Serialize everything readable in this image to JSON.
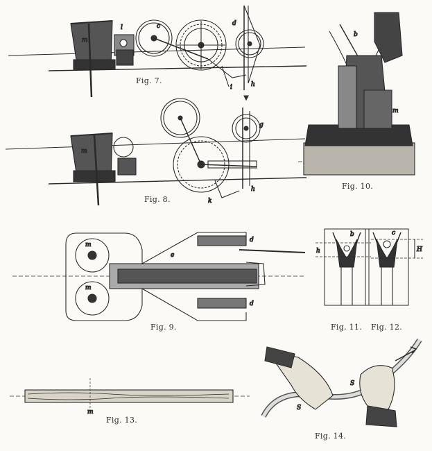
{
  "figures": [
    {
      "id": "fig7",
      "caption": "Fig. 7."
    },
    {
      "id": "fig8",
      "caption": "Fig. 8."
    },
    {
      "id": "fig9",
      "caption": "Fig. 9."
    },
    {
      "id": "fig10",
      "caption": "Fig. 10."
    },
    {
      "id": "fig11",
      "caption": "Fig. 11."
    },
    {
      "id": "fig12",
      "caption": "Fig. 12."
    },
    {
      "id": "fig13",
      "caption": "Fig. 13."
    },
    {
      "id": "fig14",
      "caption": "Fig. 14."
    }
  ],
  "labels": {
    "fig7": [
      "m",
      "l",
      "c",
      "d",
      "h",
      "i"
    ],
    "fig8": [
      "m",
      "g",
      "h",
      "k"
    ],
    "fig9": [
      "m",
      "m",
      "e",
      "d",
      "d"
    ],
    "fig10": [
      "b",
      "m"
    ],
    "fig11": [
      "b",
      "h"
    ],
    "fig12": [
      "c",
      "H"
    ],
    "fig13": [
      "m"
    ],
    "fig14": [
      "S",
      "S"
    ]
  }
}
